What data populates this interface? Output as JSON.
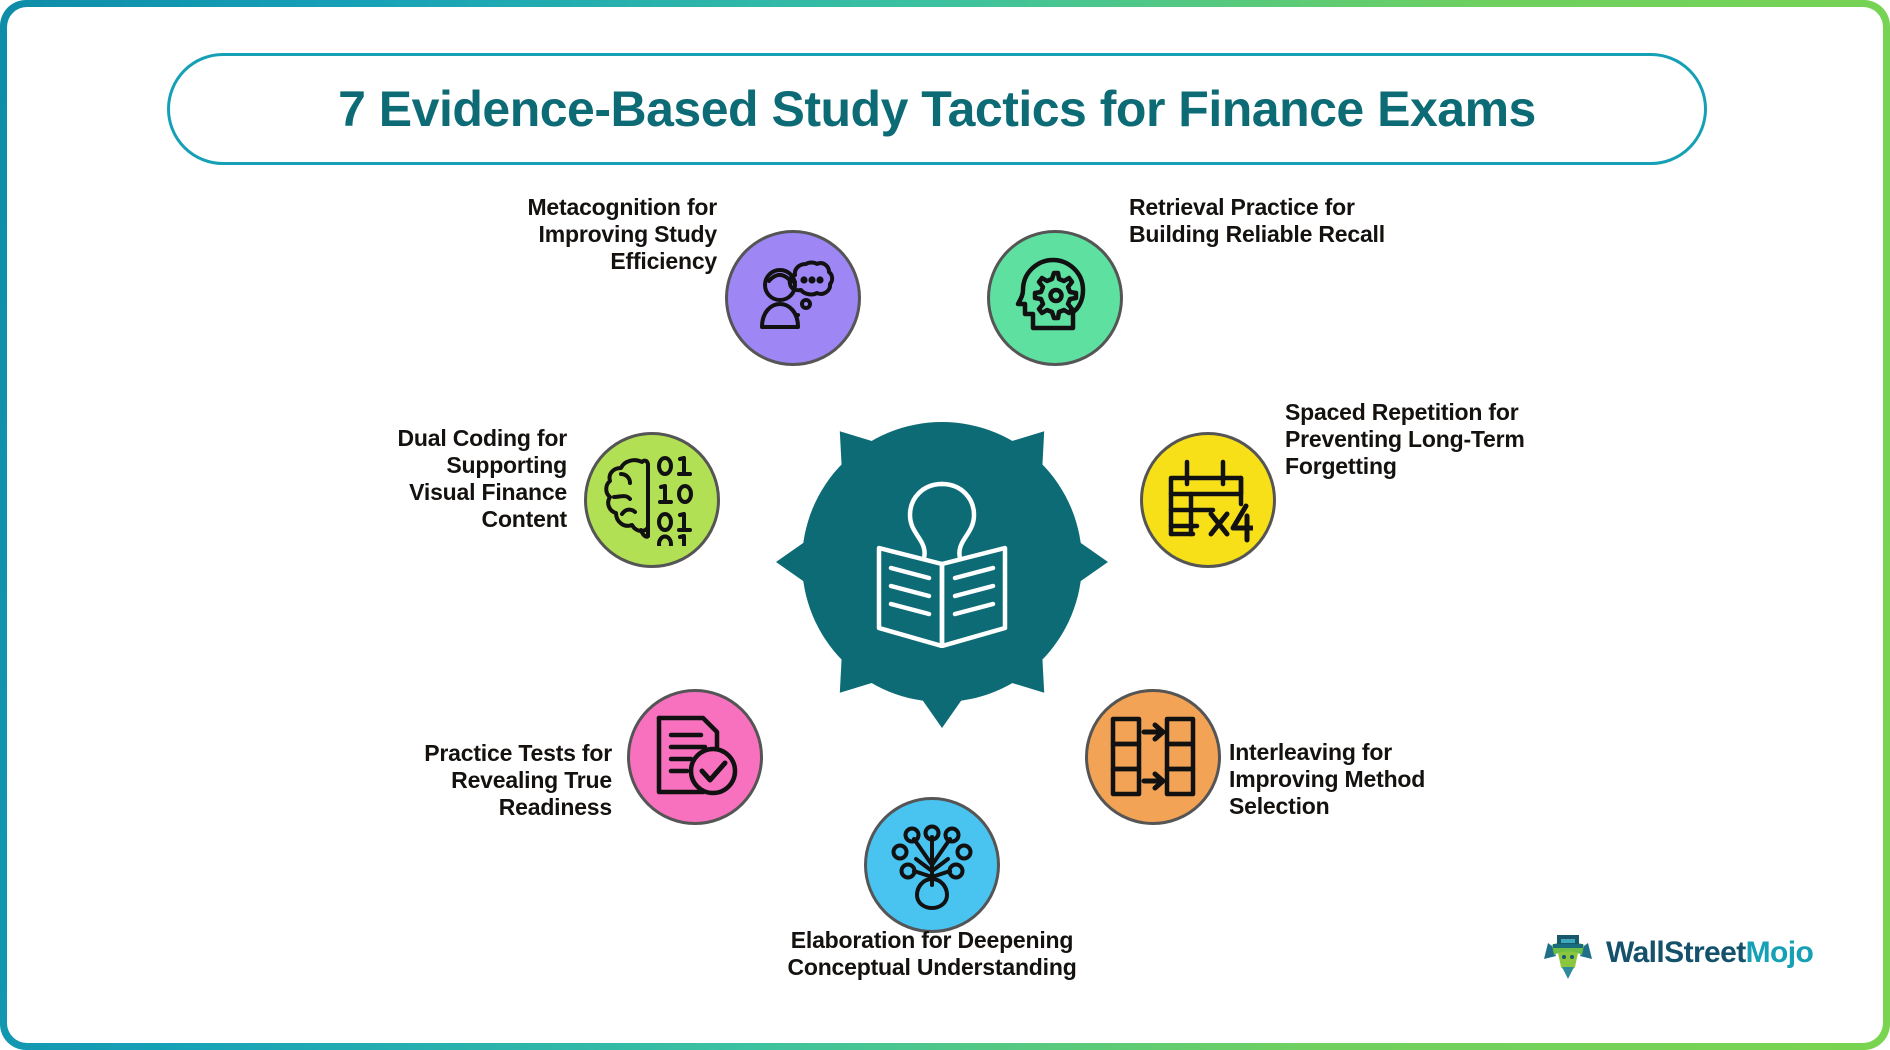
{
  "title": "7 Evidence-Based Study Tactics for Finance Exams",
  "colors": {
    "frame_gradient_start": "#0e8ca8",
    "frame_gradient_end": "#79d44f",
    "title_pill_border": "#16a0b5",
    "title_text": "#0d6b76",
    "hub_fill": "#0d6b76",
    "label_text": "#14110f",
    "logo_wall": "#14516b",
    "logo_mojo": "#16a0b5"
  },
  "hub": {
    "icon": "person-reading-book-icon",
    "arrow_count": 7
  },
  "nodes": [
    {
      "id": "metacognition",
      "label": "Metacognition for Improving Study Efficiency",
      "icon": "person-thought-bubble-icon",
      "color": "#9f86f5"
    },
    {
      "id": "retrieval-practice",
      "label": "Retrieval Practice for Building Reliable Recall",
      "icon": "head-gear-icon",
      "color": "#5ee0a0"
    },
    {
      "id": "spaced-repetition",
      "label": "Spaced Repetition for Preventing Long-Term Forgetting",
      "icon": "calendar-x4-icon",
      "color": "#f7e018"
    },
    {
      "id": "interleaving",
      "label": "Interleaving for Improving Method Selection",
      "icon": "blocks-swap-arrows-icon",
      "color": "#f2a355"
    },
    {
      "id": "elaboration",
      "label": "Elaboration for Deepening Conceptual Understanding",
      "icon": "node-network-icon",
      "color": "#49c3f0"
    },
    {
      "id": "practice-tests",
      "label": "Practice Tests for Revealing True Readiness",
      "icon": "document-check-icon",
      "color": "#f871bf"
    },
    {
      "id": "dual-coding",
      "label": "Dual Coding for Supporting Visual Finance Content",
      "icon": "brain-binary-icon",
      "color": "#b2e054"
    }
  ],
  "logo": {
    "icon": "wallstreetmojo-bull-icon",
    "text_primary": "WallStreet",
    "text_secondary": "Mojo"
  }
}
